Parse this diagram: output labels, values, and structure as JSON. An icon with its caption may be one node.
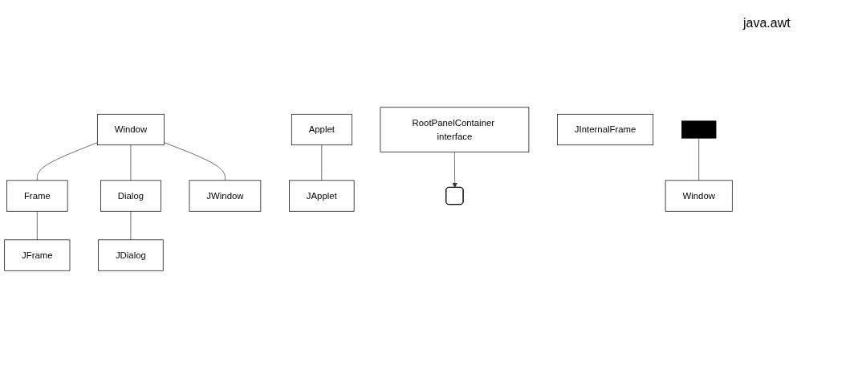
{
  "diagram": {
    "nodes": [
      {
        "text": [
          "Window"
        ]
      },
      {
        "text": [
          "Applet"
        ]
      },
      {
        "text": [
          "Frame"
        ]
      },
      {
        "text": [
          "Dialog"
        ]
      },
      {
        "text": [
          "RootPanelContainer interface"
        ]
      },
      {
        "text": [
          "JFrame"
        ]
      },
      {
        "text": [
          "JDialog"
        ]
      },
      {
        "text": [
          "JWindow"
        ]
      },
      {
        "text": [
          "JApplet"
        ]
      },
      {
        "text": [
          "JInternalFrame"
        ]
      },
      {
        "text": [],
        "shape": "brace"
      },
      {
        "text": [],
        "shape": "bar"
      },
      {
        "text": [
          "Window"
        ]
      }
    ],
    "edges": [
      {
        "from": 0,
        "to": 2,
        "arrow": "none"
      },
      {
        "from": 0,
        "to": 3,
        "arrow": "none"
      },
      {
        "from": 0,
        "to": 7,
        "arrow": "none"
      },
      {
        "from": 1,
        "to": 8,
        "arrow": "none"
      },
      {
        "from": 2,
        "to": 5,
        "arrow": "none"
      },
      {
        "from": 3,
        "to": 6,
        "arrow": "none"
      },
      {
        "from": 4,
        "to": 10,
        "arrow": "to"
      },
      {
        "from": 11,
        "to": 12,
        "arrow": "none"
      }
    ],
    "labels": [
      "java.awt"
    ]
  }
}
